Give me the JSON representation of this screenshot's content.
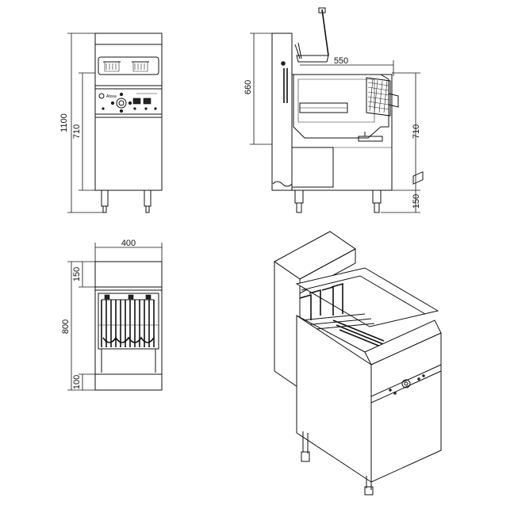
{
  "dimensions": {
    "front_total_height": "1100",
    "front_cabinet_height": "710",
    "side_depth": "550",
    "side_upper_height": "660",
    "side_right_height": "710",
    "side_leg_height": "150",
    "top_width": "400",
    "top_depth": "800",
    "top_back_strip": "150",
    "top_front_strip": "100"
  }
}
